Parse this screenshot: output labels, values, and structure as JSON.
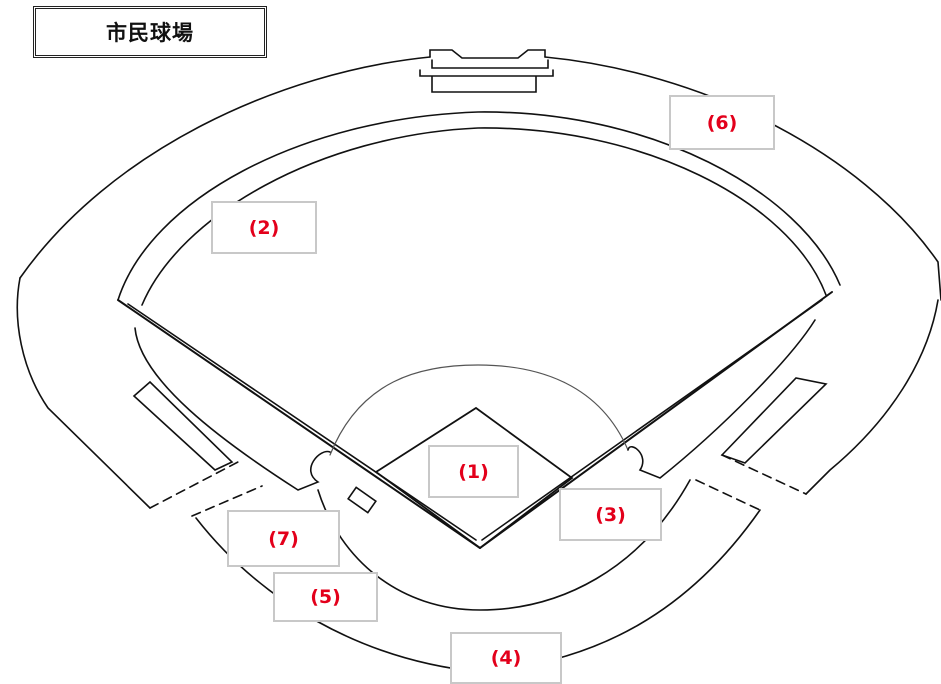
{
  "title": "市民球場",
  "zones": {
    "z1": "(1)",
    "z2": "(2)",
    "z3": "(3)",
    "z4": "(4)",
    "z5": "(5)",
    "z6": "(6)",
    "z7": "(7)"
  },
  "colors": {
    "label_red": "#e3001b",
    "line": "#111111",
    "box_border": "#c8c8c8"
  }
}
